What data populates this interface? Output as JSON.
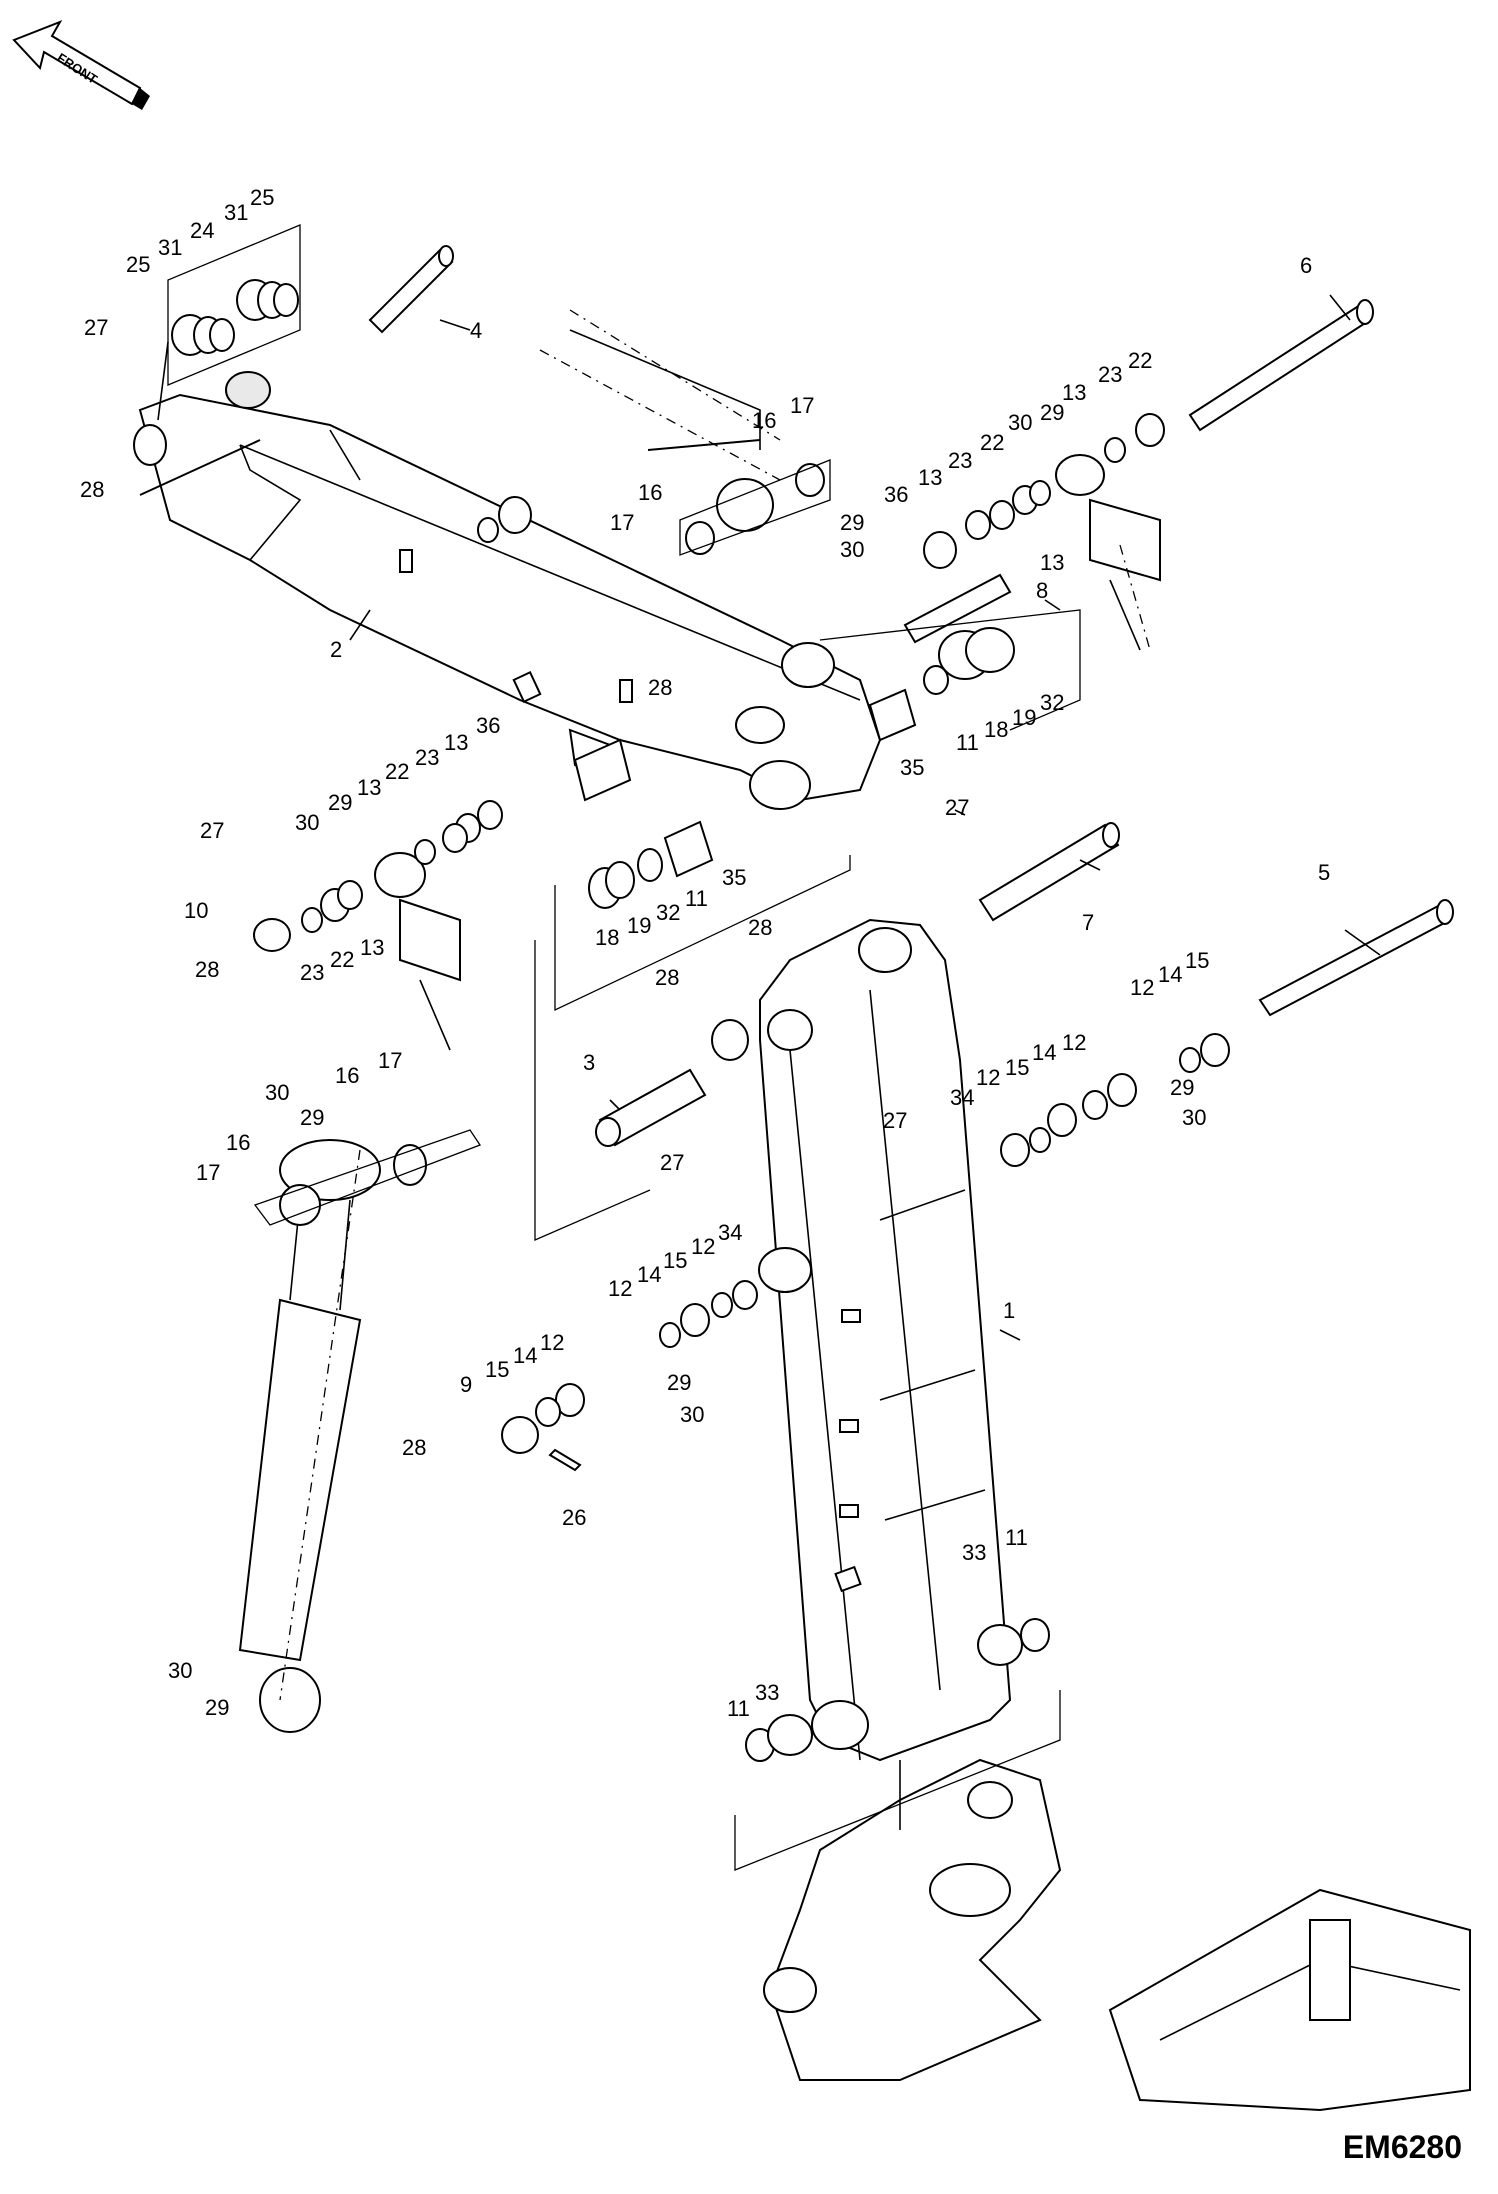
{
  "front_arrow": {
    "label": "FRONT"
  },
  "figure_id": "EM6280",
  "callouts": [
    {
      "id": "c25a",
      "text": "25"
    },
    {
      "id": "c31a",
      "text": "31"
    },
    {
      "id": "c24",
      "text": "24"
    },
    {
      "id": "c31b",
      "text": "31"
    },
    {
      "id": "c25b",
      "text": "25"
    },
    {
      "id": "c27a",
      "text": "27"
    },
    {
      "id": "c4",
      "text": "4"
    },
    {
      "id": "c28a",
      "text": "28"
    },
    {
      "id": "c2",
      "text": "2"
    },
    {
      "id": "c6",
      "text": "6"
    },
    {
      "id": "c22a",
      "text": "22"
    },
    {
      "id": "c23a",
      "text": "23"
    },
    {
      "id": "c13a",
      "text": "13"
    },
    {
      "id": "c30a",
      "text": "30"
    },
    {
      "id": "c29a",
      "text": "29"
    },
    {
      "id": "c22b",
      "text": "22"
    },
    {
      "id": "c23b",
      "text": "23"
    },
    {
      "id": "c13b",
      "text": "13"
    },
    {
      "id": "c36a",
      "text": "36"
    },
    {
      "id": "c13c",
      "text": "13"
    },
    {
      "id": "c16a",
      "text": "16"
    },
    {
      "id": "c17a",
      "text": "17"
    },
    {
      "id": "c16b",
      "text": "16"
    },
    {
      "id": "c17b",
      "text": "17"
    },
    {
      "id": "c29b",
      "text": "29"
    },
    {
      "id": "c30b",
      "text": "30"
    },
    {
      "id": "c8",
      "text": "8"
    },
    {
      "id": "c28b",
      "text": "28"
    },
    {
      "id": "c35a",
      "text": "35"
    },
    {
      "id": "c11a",
      "text": "11"
    },
    {
      "id": "c18a",
      "text": "18"
    },
    {
      "id": "c19a",
      "text": "19"
    },
    {
      "id": "c32a",
      "text": "32"
    },
    {
      "id": "c27b",
      "text": "27"
    },
    {
      "id": "c36b",
      "text": "36"
    },
    {
      "id": "c13d",
      "text": "13"
    },
    {
      "id": "c23c",
      "text": "23"
    },
    {
      "id": "c22c",
      "text": "22"
    },
    {
      "id": "c13e",
      "text": "13"
    },
    {
      "id": "c29c",
      "text": "29"
    },
    {
      "id": "c30c",
      "text": "30"
    },
    {
      "id": "c27c",
      "text": "27"
    },
    {
      "id": "c10",
      "text": "10"
    },
    {
      "id": "c28c",
      "text": "28"
    },
    {
      "id": "c23d",
      "text": "23"
    },
    {
      "id": "c22d",
      "text": "22"
    },
    {
      "id": "c13f",
      "text": "13"
    },
    {
      "id": "c35b",
      "text": "35"
    },
    {
      "id": "c11b",
      "text": "11"
    },
    {
      "id": "c32b",
      "text": "32"
    },
    {
      "id": "c19b",
      "text": "19"
    },
    {
      "id": "c18b",
      "text": "18"
    },
    {
      "id": "c7",
      "text": "7"
    },
    {
      "id": "c5",
      "text": "5"
    },
    {
      "id": "c28d",
      "text": "28"
    },
    {
      "id": "c28e",
      "text": "28"
    },
    {
      "id": "c15a",
      "text": "15"
    },
    {
      "id": "c14a",
      "text": "14"
    },
    {
      "id": "c12a",
      "text": "12"
    },
    {
      "id": "c12b",
      "text": "12"
    },
    {
      "id": "c14b",
      "text": "14"
    },
    {
      "id": "c15b",
      "text": "15"
    },
    {
      "id": "c12c",
      "text": "12"
    },
    {
      "id": "c34a",
      "text": "34"
    },
    {
      "id": "c29d",
      "text": "29"
    },
    {
      "id": "c30d",
      "text": "30"
    },
    {
      "id": "c3",
      "text": "3"
    },
    {
      "id": "c27d",
      "text": "27"
    },
    {
      "id": "c27e",
      "text": "27"
    },
    {
      "id": "c30e",
      "text": "30"
    },
    {
      "id": "c29e",
      "text": "29"
    },
    {
      "id": "c16c",
      "text": "16"
    },
    {
      "id": "c17c",
      "text": "17"
    },
    {
      "id": "c16d",
      "text": "16"
    },
    {
      "id": "c17d",
      "text": "17"
    },
    {
      "id": "c1",
      "text": "1"
    },
    {
      "id": "c12d",
      "text": "12"
    },
    {
      "id": "c14c",
      "text": "14"
    },
    {
      "id": "c15c",
      "text": "15"
    },
    {
      "id": "c12e",
      "text": "12"
    },
    {
      "id": "c34b",
      "text": "34"
    },
    {
      "id": "c9",
      "text": "9"
    },
    {
      "id": "c15d",
      "text": "15"
    },
    {
      "id": "c14d",
      "text": "14"
    },
    {
      "id": "c12f",
      "text": "12"
    },
    {
      "id": "c29f",
      "text": "29"
    },
    {
      "id": "c30f",
      "text": "30"
    },
    {
      "id": "c28f",
      "text": "28"
    },
    {
      "id": "c26",
      "text": "26"
    },
    {
      "id": "c33a",
      "text": "33"
    },
    {
      "id": "c11c",
      "text": "11"
    },
    {
      "id": "c11d",
      "text": "11"
    },
    {
      "id": "c33b",
      "text": "33"
    },
    {
      "id": "c30g",
      "text": "30"
    },
    {
      "id": "c29g",
      "text": "29"
    }
  ]
}
